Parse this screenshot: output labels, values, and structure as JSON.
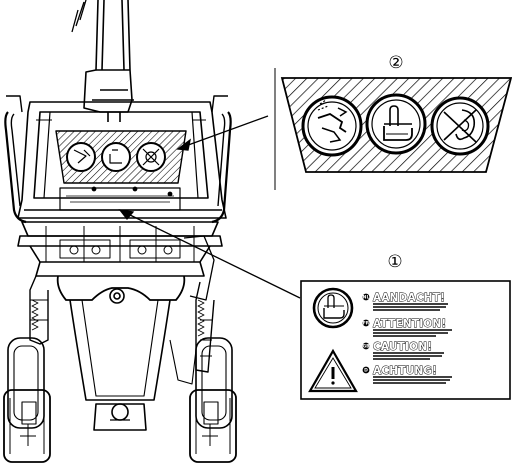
{
  "callouts": [
    {
      "id": "label-1",
      "number": "①"
    },
    {
      "id": "label-2",
      "number": "②"
    }
  ],
  "warning_label": {
    "sections": [
      {
        "lang": "NL",
        "title": "AANDACHT!"
      },
      {
        "lang": "FR",
        "title": "ATTENTION!"
      },
      {
        "lang": "GB",
        "title": "CAUTION!"
      },
      {
        "lang": "D",
        "title": "ACHTUNG!"
      }
    ]
  },
  "pictogram_label": {
    "icons": [
      "hand-crush-icon",
      "read-manual-icon",
      "no-hearing-icon"
    ]
  }
}
